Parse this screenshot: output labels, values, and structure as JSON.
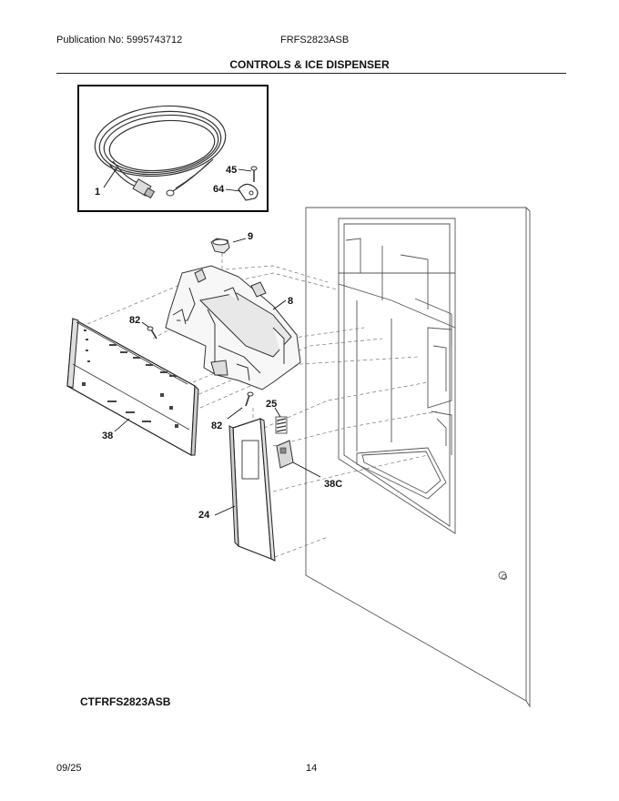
{
  "header": {
    "publication": "Publication No: 5995743712",
    "model": "FRFS2823ASB"
  },
  "title": "CONTROLS & ICE DISPENSER",
  "callouts": {
    "c1": "1",
    "c45": "45",
    "c64": "64",
    "c9": "9",
    "c8": "8",
    "c82a": "82",
    "c82b": "82",
    "c25": "25",
    "c38": "38",
    "c38c": "38C",
    "c24": "24"
  },
  "footer": {
    "model_code": "CTFRFS2823ASB",
    "date": "09/25",
    "page": "14"
  }
}
